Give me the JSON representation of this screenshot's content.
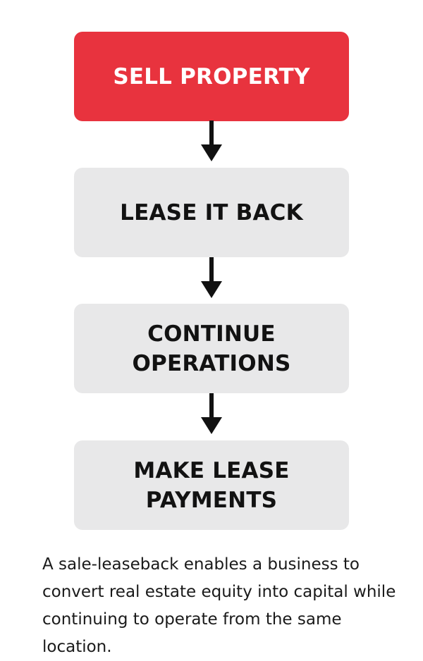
{
  "steps": [
    {
      "label": "SELL PROPERTY",
      "highlight": true
    },
    {
      "label": "LEASE IT BACK",
      "highlight": false
    },
    {
      "label": "CONTINUE\nOPERATIONS",
      "highlight": false
    },
    {
      "label": "MAKE LEASE\nPAYMENTS",
      "highlight": false
    }
  ],
  "caption": "A sale-leaseback enables a business to convert real estate equity into capital while continuing to operate from the same location.",
  "colors": {
    "highlight_box": "#e8333e",
    "default_box": "#e8e8e9",
    "arrow": "#111111",
    "text_dark": "#121212"
  }
}
